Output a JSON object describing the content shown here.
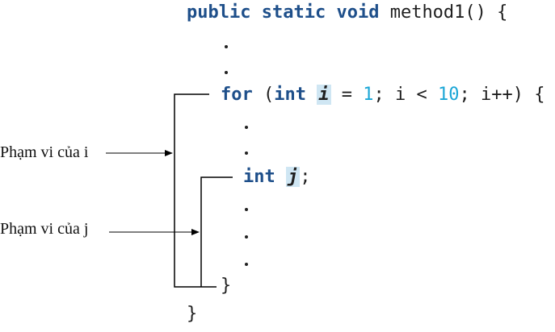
{
  "code": {
    "line1": {
      "kw_public": "public",
      "kw_static": "static",
      "kw_void": "void",
      "rest": "method1() {"
    },
    "for_line": {
      "kw_for": "for",
      "open": "(",
      "kw_int": "int",
      "var_i": "i",
      "eq": "=",
      "num1": "1",
      "cond_pre": "; i <",
      "num10": "10",
      "cond_post": "; i++) {"
    },
    "int_line": {
      "kw_int": "int",
      "var_j": "j",
      "semi": ";"
    },
    "inner_close": "}",
    "outer_close": "}"
  },
  "labels": {
    "scope_i": "Phạm vi của i",
    "scope_j": "Phạm vi của j"
  },
  "colors": {
    "keyword": "#1e4f8a",
    "number": "#1aa6d6",
    "highlight": "#cfe6f3",
    "text": "#1f1f1f"
  }
}
